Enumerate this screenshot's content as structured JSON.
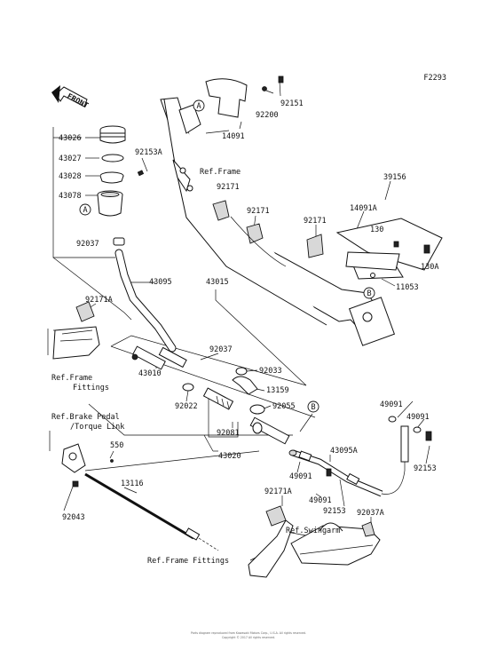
{
  "figure_code": "F2293",
  "front_label": "FRONT",
  "circle_labels": {
    "a": "A",
    "b": "B"
  },
  "parts": {
    "p43026": "43026",
    "p43027": "43027",
    "p43028": "43028",
    "p43078": "43078",
    "p92153A": "92153A",
    "p92037": "92037",
    "p43095": "43095",
    "p43015": "43015",
    "p92171A_left": "92171A",
    "p92037_mid": "92037",
    "p92033": "92033",
    "p43010": "43010",
    "p13159": "13159",
    "p92022": "92022",
    "p92055": "92055",
    "p92081": "92081",
    "p43020": "43020",
    "p550": "550",
    "p13116": "13116",
    "p92043": "92043",
    "p49091_a": "49091",
    "p43095A": "43095A",
    "p92153_mid": "92153",
    "p49091_b": "49091",
    "p49091_c": "49091",
    "p92153_right": "92153",
    "p92171A_bottom": "92171A",
    "p92037A": "92037A",
    "p92151": "92151",
    "p92200": "92200",
    "p14091": "14091",
    "p92171_a": "92171",
    "p92171_b": "92171",
    "p92171_c": "92171",
    "p39156": "39156",
    "p14091A": "14091A",
    "p130": "130",
    "p130A": "130A",
    "p11053": "11053"
  },
  "refs": {
    "frame": "Ref.Frame",
    "frame_fittings_1": "Ref.Frame",
    "frame_fittings_2": "Fittings",
    "brake_pedal_1": "Ref.Brake Pedal",
    "brake_pedal_2": "/Torque Link",
    "swingarm": "Ref.Swingarm",
    "frame_fittings_bottom": "Ref.Frame Fittings"
  },
  "footer": {
    "line1": "Parts diagram reproduced from Kawasaki Motors Corp., U.S.A. All rights reserved.",
    "line2": "Copyright © 2017 All rights reserved."
  }
}
